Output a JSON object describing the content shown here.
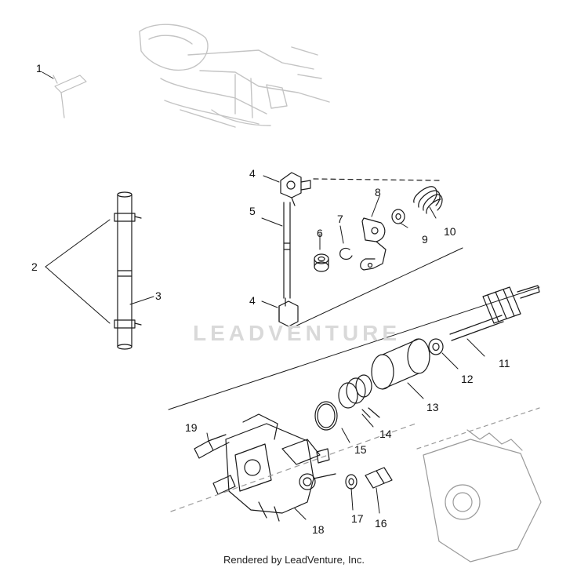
{
  "callouts": {
    "c1": "1",
    "c2": "2",
    "c3": "3",
    "c4a": "4",
    "c4b": "4",
    "c5": "5",
    "c6": "6",
    "c7": "7",
    "c8": "8",
    "c9": "9",
    "c10": "10",
    "c11": "11",
    "c12": "12",
    "c13": "13",
    "c14": "14",
    "c15": "15",
    "c16": "16",
    "c17": "17",
    "c18": "18",
    "c19": "19"
  },
  "watermark": "LEADVENTURE",
  "footer": "Rendered by LeadVenture, Inc."
}
